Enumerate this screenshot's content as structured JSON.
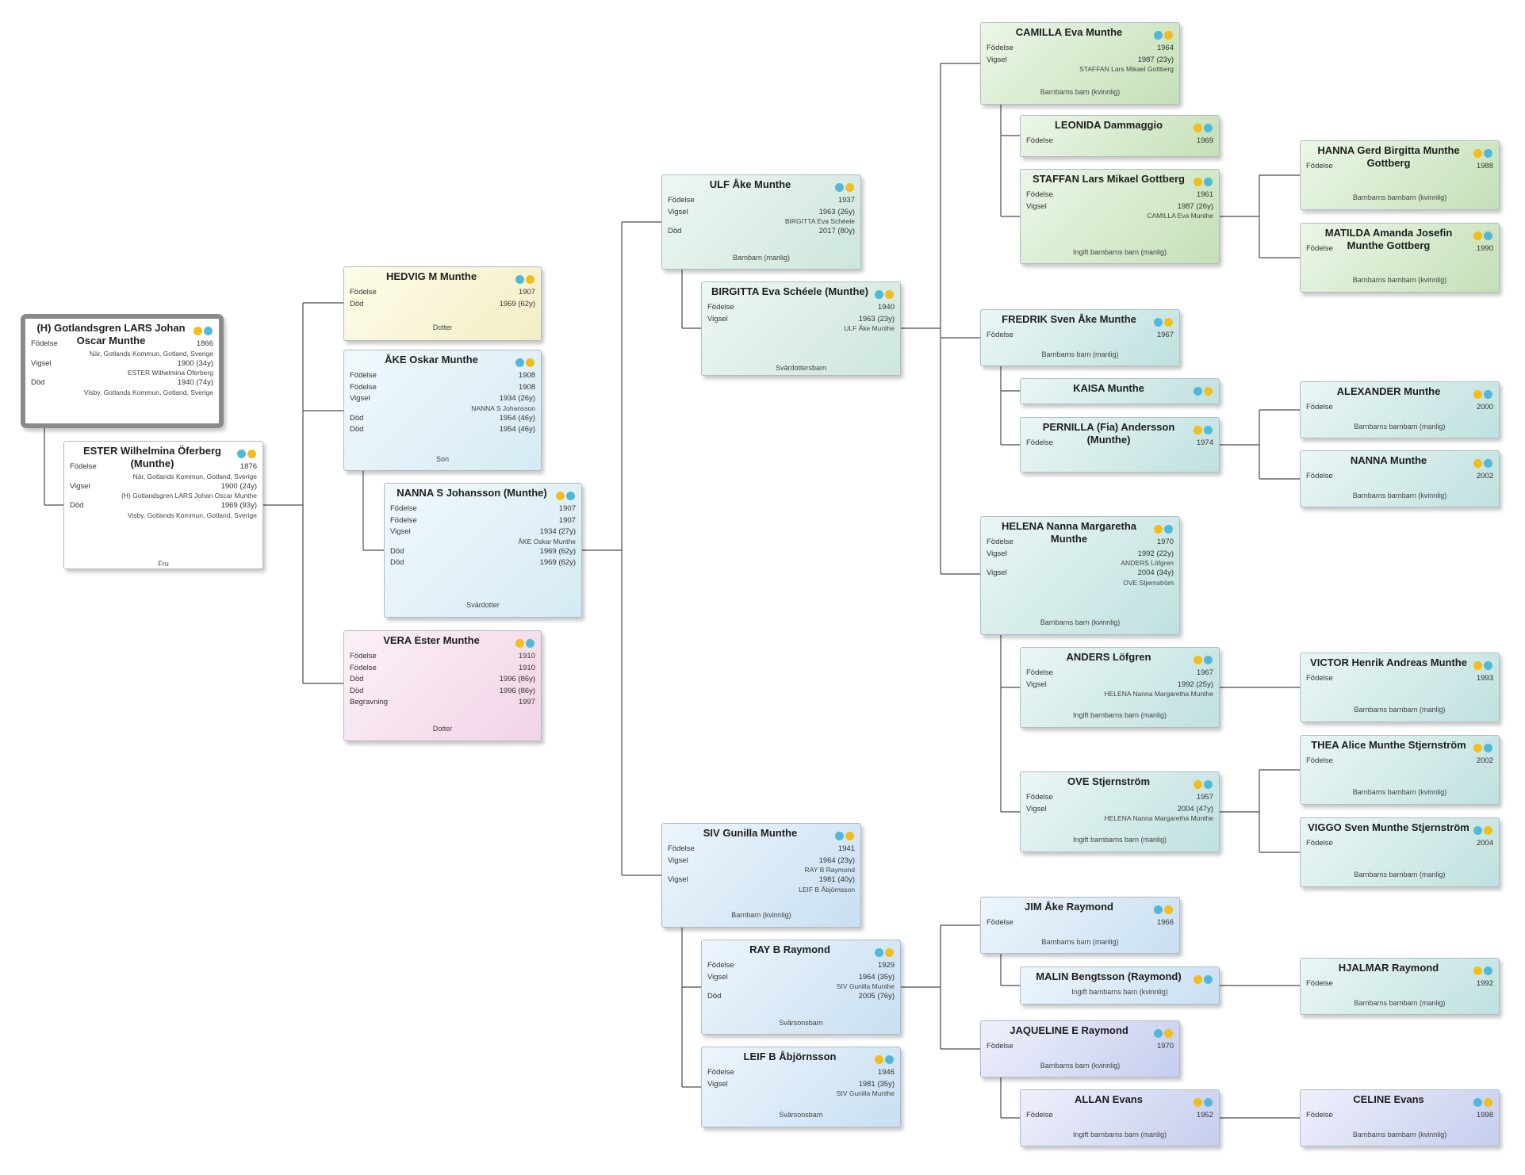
{
  "persons": [
    {
      "id": "lars",
      "card_name": "person-card-lars",
      "name": "(H) Gotlandsgren LARS Johan Oscar Munthe",
      "dots": [
        "f",
        "m"
      ],
      "rows": [
        {
          "label": "Födelse",
          "value": "1866"
        },
        {
          "sub": "När, Gotlands Kommun, Gotland, Sverige"
        },
        {
          "label": "Vigsel",
          "value": "1900 (34y)"
        },
        {
          "sub": "ESTER Wilhelmina Öferberg"
        },
        {
          "label": "Död",
          "value": "1940 (74y)"
        },
        {
          "sub": "Visby, Gotlands Kommun, Gotland, Sverige"
        }
      ],
      "role": ""
    },
    {
      "id": "ester",
      "card_name": "person-card-ester",
      "name": "ESTER Wilhelmina Öferberg (Munthe)",
      "dots": [
        "m",
        "f"
      ],
      "rows": [
        {
          "label": "Födelse",
          "value": "1876"
        },
        {
          "sub": "När, Gotlands Kommun, Gotland, Sverige"
        },
        {
          "label": "Vigsel",
          "value": "1900 (24y)"
        },
        {
          "sub": "(H) Gotlandsgren LARS Johan Oscar Munthe"
        },
        {
          "label": "Död",
          "value": "1969 (93y)"
        },
        {
          "sub": "Visby, Gotlands Kommun, Gotland, Sverige"
        }
      ],
      "role": "Fru"
    },
    {
      "id": "hedvig",
      "card_name": "person-card-hedvig",
      "name": "HEDVIG M Munthe",
      "dots": [
        "m",
        "f"
      ],
      "rows": [
        {
          "label": "Födelse",
          "value": "1907"
        },
        {
          "label": "Död",
          "value": "1969 (62y)"
        }
      ],
      "role": "Dotter"
    },
    {
      "id": "ake",
      "card_name": "person-card-ake",
      "name": "ÅKE Oskar Munthe",
      "dots": [
        "m",
        "f"
      ],
      "rows": [
        {
          "label": "Födelse",
          "value": "1908"
        },
        {
          "label": "Födelse",
          "value": "1908"
        },
        {
          "label": "Vigsel",
          "value": "1934 (26y)"
        },
        {
          "sub": "NANNA S Johansson"
        },
        {
          "label": "Död",
          "value": "1954 (46y)"
        },
        {
          "label": "Död",
          "value": "1954 (46y)"
        }
      ],
      "role": "Son"
    },
    {
      "id": "nanna_s",
      "card_name": "person-card-nanna-s",
      "name": "NANNA S Johansson (Munthe)",
      "dots": [
        "f",
        "m"
      ],
      "rows": [
        {
          "label": "Födelse",
          "value": "1907"
        },
        {
          "label": "Födelse",
          "value": "1907"
        },
        {
          "label": "Vigsel",
          "value": "1934 (27y)"
        },
        {
          "sub": "ÅKE Oskar Munthe"
        },
        {
          "label": "Död",
          "value": "1969 (62y)"
        },
        {
          "label": "Död",
          "value": "1969 (62y)"
        }
      ],
      "role": "Svärdotter"
    },
    {
      "id": "vera",
      "card_name": "person-card-vera",
      "name": "VERA Ester Munthe",
      "dots": [
        "f",
        "m"
      ],
      "rows": [
        {
          "label": "Födelse",
          "value": "1910"
        },
        {
          "label": "Födelse",
          "value": "1910"
        },
        {
          "label": "Död",
          "value": "1996 (86y)"
        },
        {
          "label": "Död",
          "value": "1996 (86y)"
        },
        {
          "label": "Begravning",
          "value": "1997"
        }
      ],
      "role": "Dotter"
    },
    {
      "id": "ulf",
      "card_name": "person-card-ulf",
      "name": "ULF Åke Munthe",
      "dots": [
        "m",
        "f"
      ],
      "rows": [
        {
          "label": "Födelse",
          "value": "1937"
        },
        {
          "label": "Vigsel",
          "value": "1963 (26y)"
        },
        {
          "sub": "BIRGITTA Eva Schéele"
        },
        {
          "label": "Död",
          "value": "2017 (80y)"
        }
      ],
      "role": "Barnbarn (manlig)"
    },
    {
      "id": "birgitta",
      "card_name": "person-card-birgitta",
      "name": "BIRGITTA Eva Schéele (Munthe)",
      "dots": [
        "m",
        "f"
      ],
      "rows": [
        {
          "label": "Födelse",
          "value": "1940"
        },
        {
          "label": "Vigsel",
          "value": "1963 (23y)"
        },
        {
          "sub": "ULF Åke Munthe"
        }
      ],
      "role": "Svärdottersbarn"
    },
    {
      "id": "siv",
      "card_name": "person-card-siv",
      "name": "SIV Gunilla Munthe",
      "dots": [
        "m",
        "f"
      ],
      "rows": [
        {
          "label": "Födelse",
          "value": "1941"
        },
        {
          "label": "Vigsel",
          "value": "1964 (23y)"
        },
        {
          "sub": "RAY B Raymond"
        },
        {
          "label": "Vigsel",
          "value": "1981 (40y)"
        },
        {
          "sub": "LEIF B Åbjörnsson"
        }
      ],
      "role": "Barnbarn (kvinnlig)"
    },
    {
      "id": "ray",
      "card_name": "person-card-ray",
      "name": "RAY B Raymond",
      "dots": [
        "m",
        "f"
      ],
      "rows": [
        {
          "label": "Födelse",
          "value": "1929"
        },
        {
          "label": "Vigsel",
          "value": "1964 (35y)"
        },
        {
          "sub": "SIV Gunilla Munthe"
        },
        {
          "label": "Död",
          "value": "2005 (76y)"
        }
      ],
      "role": "Svärsonsbarn"
    },
    {
      "id": "leif",
      "card_name": "person-card-leif",
      "name": "LEIF B Åbjörnsson",
      "dots": [
        "f",
        "m"
      ],
      "rows": [
        {
          "label": "Födelse",
          "value": "1946"
        },
        {
          "label": "Vigsel",
          "value": "1981 (35y)"
        },
        {
          "sub": "SIV Gunilla Munthe"
        }
      ],
      "role": "Svärsonsbarn"
    },
    {
      "id": "camilla",
      "card_name": "person-card-camilla",
      "name": "CAMILLA Eva Munthe",
      "dots": [
        "m",
        "f"
      ],
      "rows": [
        {
          "label": "Födelse",
          "value": "1964"
        },
        {
          "label": "Vigsel",
          "value": "1987 (23y)"
        },
        {
          "sub": "STAFFAN Lars Mikael Gottberg"
        }
      ],
      "role": "Barnbarns barn (kvinnlig)"
    },
    {
      "id": "leonida",
      "card_name": "person-card-leonida",
      "name": "LEONIDA Dammaggio",
      "dots": [
        "f",
        "m"
      ],
      "rows": [
        {
          "label": "Födelse",
          "value": "1969"
        }
      ],
      "role": ""
    },
    {
      "id": "staffan",
      "card_name": "person-card-staffan",
      "name": "STAFFAN Lars Mikael Gottberg",
      "dots": [
        "f",
        "m"
      ],
      "rows": [
        {
          "label": "Födelse",
          "value": "1961"
        },
        {
          "label": "Vigsel",
          "value": "1987 (26y)"
        },
        {
          "sub": "CAMILLA Eva Munthe"
        }
      ],
      "role": "Ingift barnbarns barn (manlig)"
    },
    {
      "id": "fredrik",
      "card_name": "person-card-fredrik",
      "name": "FREDRIK Sven Åke Munthe",
      "dots": [
        "m",
        "f"
      ],
      "rows": [
        {
          "label": "Födelse",
          "value": "1967"
        }
      ],
      "role": "Barnbarns barn (manlig)"
    },
    {
      "id": "kaisa",
      "card_name": "person-card-kaisa",
      "name": "KAISA Munthe",
      "dots": [
        "m",
        "f"
      ],
      "rows": [],
      "role": ""
    },
    {
      "id": "pernilla",
      "card_name": "person-card-pernilla",
      "name": "PERNILLA (Fia) Andersson (Munthe)",
      "dots": [
        "f",
        "m"
      ],
      "rows": [
        {
          "label": "Födelse",
          "value": "1974"
        }
      ],
      "role": ""
    },
    {
      "id": "helena",
      "card_name": "person-card-helena",
      "name": "HELENA Nanna Margaretha Munthe",
      "dots": [
        "f",
        "m"
      ],
      "rows": [
        {
          "label": "Födelse",
          "value": "1970"
        },
        {
          "label": "Vigsel",
          "value": "1992 (22y)"
        },
        {
          "sub": "ANDERS Löfgren"
        },
        {
          "label": "Vigsel",
          "value": "2004 (34y)"
        },
        {
          "sub": "OVE Stjernström"
        }
      ],
      "role": "Barnbarns barn (kvinnlig)"
    },
    {
      "id": "anders",
      "card_name": "person-card-anders",
      "name": "ANDERS Löfgren",
      "dots": [
        "f",
        "m"
      ],
      "rows": [
        {
          "label": "Födelse",
          "value": "1967"
        },
        {
          "label": "Vigsel",
          "value": "1992 (25y)"
        },
        {
          "sub": "HELENA Nanna Margaretha Munthe"
        }
      ],
      "role": "Ingift barnbarns barn (manlig)"
    },
    {
      "id": "ove",
      "card_name": "person-card-ove",
      "name": "OVE Stjernström",
      "dots": [
        "f",
        "m"
      ],
      "rows": [
        {
          "label": "Födelse",
          "value": "1957"
        },
        {
          "label": "Vigsel",
          "value": "2004 (47y)"
        },
        {
          "sub": "HELENA Nanna Margaretha Munthe"
        }
      ],
      "role": "Ingift barnbarns barn (manlig)"
    },
    {
      "id": "jim",
      "card_name": "person-card-jim",
      "name": "JIM Åke Raymond",
      "dots": [
        "m",
        "f"
      ],
      "rows": [
        {
          "label": "Födelse",
          "value": "1966"
        }
      ],
      "role": "Barnbarns barn (manlig)"
    },
    {
      "id": "malin",
      "card_name": "person-card-malin",
      "name": "MALIN Bengtsson (Raymond)",
      "dots": [
        "f",
        "m"
      ],
      "rows": [],
      "role": "Ingift barnbarns barn (kvinnlig)"
    },
    {
      "id": "jaqueline",
      "card_name": "person-card-jaqueline",
      "name": "JAQUELINE E Raymond",
      "dots": [
        "m",
        "f"
      ],
      "rows": [
        {
          "label": "Födelse",
          "value": "1970"
        }
      ],
      "role": "Barnbarns barn (kvinnlig)"
    },
    {
      "id": "allan",
      "card_name": "person-card-allan",
      "name": "ALLAN Evans",
      "dots": [
        "f",
        "m"
      ],
      "rows": [
        {
          "label": "Födelse",
          "value": "1952"
        }
      ],
      "role": "Ingift barnbarns barn (manlig)"
    },
    {
      "id": "hanna",
      "card_name": "person-card-hanna",
      "name": "HANNA Gerd Birgitta Munthe Gottberg",
      "dots": [
        "f",
        "m"
      ],
      "rows": [
        {
          "label": "Födelse",
          "value": "1988"
        }
      ],
      "role": "Barnbarns barnbarn (kvinnlig)"
    },
    {
      "id": "matilda",
      "card_name": "person-card-matilda",
      "name": "MATILDA Amanda Josefin Munthe Gottberg",
      "dots": [
        "f",
        "m"
      ],
      "rows": [
        {
          "label": "Födelse",
          "value": "1990"
        }
      ],
      "role": "Barnbarns barnbarn (kvinnlig)"
    },
    {
      "id": "alexander",
      "card_name": "person-card-alexander",
      "name": "ALEXANDER Munthe",
      "dots": [
        "f",
        "m"
      ],
      "rows": [
        {
          "label": "Födelse",
          "value": "2000"
        }
      ],
      "role": "Barnbarns barnbarn (manlig)"
    },
    {
      "id": "nanna_m",
      "card_name": "person-card-nanna-munthe",
      "name": "NANNA Munthe",
      "dots": [
        "f",
        "m"
      ],
      "rows": [
        {
          "label": "Födelse",
          "value": "2002"
        }
      ],
      "role": "Barnbarns barnbarn (kvinnlig)"
    },
    {
      "id": "victor",
      "card_name": "person-card-victor",
      "name": "VICTOR Henrik Andreas Munthe",
      "dots": [
        "f",
        "m"
      ],
      "rows": [
        {
          "label": "Födelse",
          "value": "1993"
        }
      ],
      "role": "Barnbarns barnbarn (manlig)"
    },
    {
      "id": "thea",
      "card_name": "person-card-thea",
      "name": "THEA Alice Munthe Stjernström",
      "dots": [
        "f",
        "m"
      ],
      "rows": [
        {
          "label": "Födelse",
          "value": "2002"
        }
      ],
      "role": "Barnbarns barnbarn (kvinnlig)"
    },
    {
      "id": "viggo",
      "card_name": "person-card-viggo",
      "name": "VIGGO Sven Munthe Stjernström",
      "dots": [
        "m",
        "f"
      ],
      "rows": [
        {
          "label": "Födelse",
          "value": "2004"
        }
      ],
      "role": "Barnbarns barnbarn (manlig)"
    },
    {
      "id": "hjalmar",
      "card_name": "person-card-hjalmar",
      "name": "HJALMAR Raymond",
      "dots": [
        "f",
        "m"
      ],
      "rows": [
        {
          "label": "Födelse",
          "value": "1992"
        }
      ],
      "role": "Barnbarns barnbarn (manlig)"
    },
    {
      "id": "celine",
      "card_name": "person-card-celine",
      "name": "CELINE Evans",
      "dots": [
        "m",
        "f"
      ],
      "rows": [
        {
          "label": "Födelse",
          "value": "1998"
        }
      ],
      "role": "Barnbarns barnbarn (kvinnlig)"
    }
  ]
}
